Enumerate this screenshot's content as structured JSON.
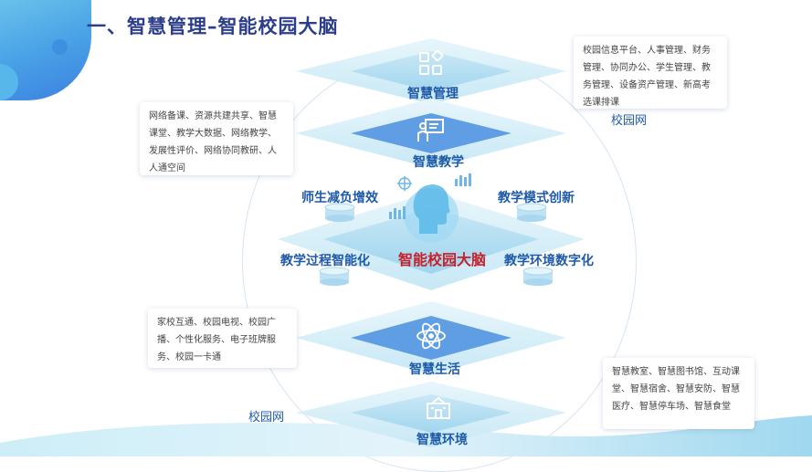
{
  "title": "一、智慧管理–智能校园大脑",
  "layers": {
    "management": "智慧管理",
    "teaching": "智慧教学",
    "life": "智慧生活",
    "environment": "智慧环境"
  },
  "center": {
    "label": "智能校园大脑",
    "top_left": "师生减负增效",
    "top_right": "教学模式创新",
    "bottom_left": "教学过程智能化",
    "bottom_right": "教学环境数字化"
  },
  "network": {
    "top": "校园网",
    "bottom": "校园网"
  },
  "boxes": {
    "management": "校园信息平台、人事管理、财务管理、协同办公、学生管理、教务管理、设备资产管理、新高考选课排课",
    "teaching": "网络备课、资源共建共享、智慧课堂、教学大数据、网络教学、发展性评价、网络协同教研、人人通空间",
    "life": "家校互通、校园电视、校园广播、个性化服务、电子班牌服务、校园一卡通",
    "environment": "智慧教室、智慧图书馆、互动课堂、智慧宿舍、智慧安防、智慧医疗、智慧停车场、智慧食堂"
  },
  "icons": {
    "management": "app-grid-icon",
    "teaching": "teacher-board-icon",
    "life": "atom-icon",
    "environment": "building-icon",
    "center": "ai-head-icon"
  },
  "colors": {
    "title": "#2c3e8a",
    "label": "#1f5aa8",
    "center_label": "#c8202a",
    "accent": "#3f8fe0"
  }
}
